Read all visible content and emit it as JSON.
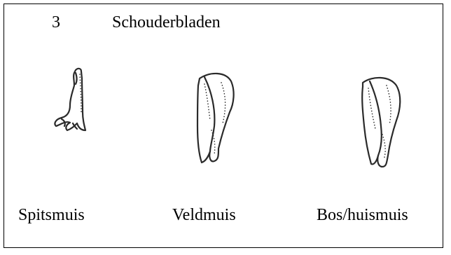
{
  "header": {
    "number": "3",
    "title": "Schouderbladen"
  },
  "specimens": [
    {
      "label": "Spitsmuis",
      "icon": "shrew-scapula-drawing"
    },
    {
      "label": "Veldmuis",
      "icon": "vole-scapula-drawing"
    },
    {
      "label": "Bos/huismuis",
      "icon": "mouse-scapula-drawing"
    }
  ]
}
